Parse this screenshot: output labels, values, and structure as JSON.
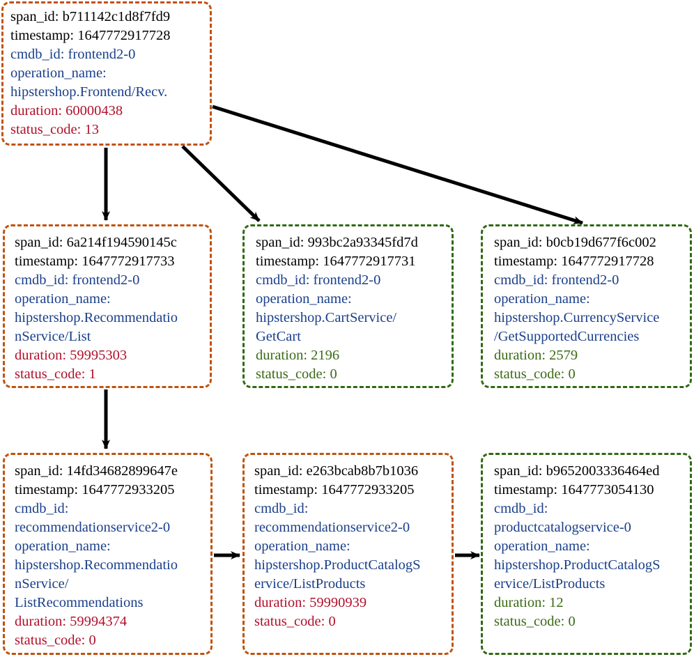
{
  "colors": {
    "error_border": "#c0520e",
    "ok_border": "#2f6a12",
    "identity_text": "#000000",
    "service_text": "#1a3f8a",
    "error_text": "#b0102b",
    "ok_text": "#3a6a14",
    "arrow": "#000000"
  },
  "spans": {
    "root": {
      "status_kind": "error",
      "lines": [
        "span_id: b711142c1d8f7fd9",
        "timestamp: 1647772917728",
        "cmdb_id: frontend2-0",
        "operation_name:",
        "hipstershop.Frontend/Recv.",
        "duration: 60000438",
        "status_code: 13"
      ]
    },
    "recommendation_list": {
      "status_kind": "error",
      "lines": [
        "span_id: 6a214f194590145c",
        "timestamp: 1647772917733",
        "cmdb_id: frontend2-0",
        "operation_name:",
        "hipstershop.Recommendatio",
        "nService/List",
        "duration: 59995303",
        "status_code: 1"
      ]
    },
    "cart_getcart": {
      "status_kind": "ok",
      "lines": [
        "span_id: 993bc2a93345fd7d",
        "timestamp: 1647772917731",
        "cmdb_id: frontend2-0",
        "operation_name:",
        "hipstershop.CartService/",
        "GetCart",
        "duration: 2196",
        "status_code: 0"
      ]
    },
    "currency_supported": {
      "status_kind": "ok",
      "lines": [
        "span_id: b0cb19d677f6c002",
        "timestamp: 1647772917728",
        "cmdb_id: frontend2-0",
        "operation_name:",
        "hipstershop.CurrencyService",
        "/GetSupportedCurrencies",
        "duration: 2579",
        "status_code: 0"
      ]
    },
    "list_recommendations": {
      "status_kind": "error",
      "lines": [
        "span_id: 14fd34682899647e",
        "timestamp: 1647772933205",
        "cmdb_id:",
        "recommendationservice2-0",
        "operation_name:",
        "hipstershop.Recommendatio",
        "nService/",
        "ListRecommendations",
        "duration: 59994374",
        "status_code: 0"
      ]
    },
    "productcatalog_list_1": {
      "status_kind": "error",
      "lines": [
        "span_id: e263bcab8b7b1036",
        "timestamp: 1647772933205",
        "cmdb_id:",
        "recommendationservice2-0",
        "operation_name:",
        "hipstershop.ProductCatalogS",
        "ervice/ListProducts",
        "duration: 59990939",
        "status_code: 0"
      ]
    },
    "productcatalog_list_2": {
      "status_kind": "ok",
      "lines": [
        "span_id: b9652003336464ed",
        "timestamp: 1647773054130",
        "cmdb_id:",
        "productcatalogservice-0",
        "operation_name:",
        "hipstershop.ProductCatalogS",
        "ervice/ListProducts",
        "duration: 12",
        "status_code: 0"
      ]
    }
  },
  "edges": [
    {
      "from": "root",
      "to": "recommendation_list"
    },
    {
      "from": "root",
      "to": "cart_getcart"
    },
    {
      "from": "root",
      "to": "currency_supported"
    },
    {
      "from": "recommendation_list",
      "to": "list_recommendations"
    },
    {
      "from": "list_recommendations",
      "to": "productcatalog_list_1"
    },
    {
      "from": "productcatalog_list_1",
      "to": "productcatalog_list_2"
    }
  ]
}
